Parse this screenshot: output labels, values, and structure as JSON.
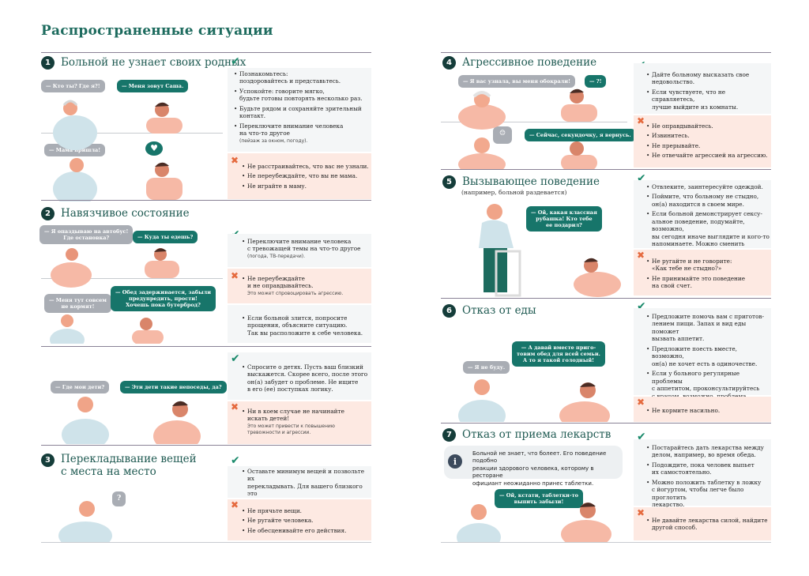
{
  "title": "Распространенные ситуации",
  "colors": {
    "accent": "#1d6b5e",
    "ok_panel": "#f4f6f7",
    "no_panel": "#fde9e2",
    "check": "#1a8a6b",
    "cross": "#e56a3e"
  },
  "icons": {
    "check": "✔",
    "cross": "✖",
    "info": "i",
    "heart": "♥",
    "question": "?"
  },
  "s1": {
    "num": "1",
    "title": "Больной не узнает своих родных",
    "bubbles": [
      "— Кто ты? Где я?!",
      "— Меня зовут Саша.",
      "— Мама пришла!"
    ],
    "do": [
      "Познакомьтесь:\nпоздоровайтесь и представьтесь.",
      "Успокойте: говорите мягко,\nбудьте готовы  повторять несколько раз.",
      "Будьте рядом и сохраняйте зрительный\nконтакт.",
      "Переключите внимание человека\nна что-то другое"
    ],
    "do_note": "(пейзаж за окном, погоду).",
    "dont": [
      "Не расстраивайтесь, что вас не узнали.",
      "Не переубеждайте, что вы не мама.",
      "Не играйте в маму."
    ]
  },
  "s2": {
    "num": "2",
    "title": "Навязчивое состояние",
    "bubbles": [
      "— Я опаздываю на автобус!\nГде остановка?",
      "— Куда ты едешь?",
      "— Меня тут совсем\nне кормят!",
      "— Обед задерживается, забыли\nпредупредить, прости!\nХочешь пока бутерброд?"
    ],
    "do1": "Переключите внимание человека\nс тревожащей темы на что-то другое",
    "do1_note": "(погода, ТВ-передачи).",
    "dont1": "Не переубеждайте\nи не оправдывайтесь.",
    "dont1_note": "Это может спровоцировать агрессию.",
    "do2": "Если больной злится, попросите\nпрощения, объясните ситуацию.\nТак вы расположите к себе человека."
  },
  "s2b": {
    "bubbles": [
      "— Где мои дети?",
      "— Эти дети такие непоседы, да?"
    ],
    "do": "Спросите о детях. Пусть ваш близкий\nвыскажется. Скорее всего, после этого\nон(а) забудет о проблеме. Не ищите\nв его (ее) поступках логику.",
    "dont": "Ни в коем случае не начинайте\nискать детей!",
    "dont_note": "Это может привести к повышению\nтревожности и агрессии."
  },
  "s3": {
    "num": "3",
    "title1": "Перекладывание вещей",
    "title2": "с места на место",
    "do": "Оставьте минимум вещей и позвольте их\nперекладывать. Для вашего близкого это\nпочему-то важно.",
    "dont": [
      "Не прячьте вещи.",
      "Не ругайте человека.",
      "Не обесценивайте его действия."
    ]
  },
  "s4": {
    "num": "4",
    "title": "Агрессивное поведение",
    "bubbles": [
      "— Я вас узнала, вы меня обокрали!",
      "— ?!",
      "— Сейчас, секундочку, я вернусь."
    ],
    "do": [
      "Дайте больному высказать свое\nнедовольство.",
      "Если чувствуете, что не справляетесь,\nлучше выйдите из комнаты."
    ],
    "dont": [
      "Не оправдывайтесь.",
      "Извинитесь.",
      "Не прерывайте.",
      "Не отвечайте агрессией на агрессию."
    ]
  },
  "s5": {
    "num": "5",
    "title": "Вызывающее поведение",
    "subtitle": "(например, больной раздевается)",
    "bubble": "— Ой, какая классная\nрубашка! Кто тебе\nее подарил?",
    "do": [
      "Отвлеките, заинтересуйте одеждой.",
      "Поймите, что больному не стыдно,\nон(а) находится в своем мире.",
      "Если больной демонстрирует сексу-\nальное поведение, подумайте, возможно,\nвы сегодня иначе выглядите и кого-то\nнапоминаете. Можно сменить одежду."
    ],
    "dont": [
      "Не ругайте и не говорите:\n«Как тебе не стыдно?»",
      "Не принимайте это поведение\nна свой счет."
    ]
  },
  "s6": {
    "num": "6",
    "title": "Отказ от еды",
    "bubbles": [
      "— Я не буду.",
      "— А давай вместе приго-\nтовим обед для всей семьи.\nА то я такой голодный!"
    ],
    "do": [
      "Предложите помочь вам с приготов-\nлением пищи. Запах и вид еды поможет\nвызвать аппетит.",
      "Предложите поесть вместе, возможно,\nон(а) не хочет есть в одиночестве.",
      "Если у больного регулярные проблемы\nс аппетитом, проконсультируйтесь\nс врачом, возможно, проблема\nне в деменции."
    ],
    "dont": [
      "Не кормите насильно."
    ]
  },
  "s7": {
    "num": "7",
    "title": "Отказ от приема лекарств",
    "info": "Больной не знает, что болеет. Его поведение подобно\nреакции здорового человека, которому в ресторане\nофициант неожиданно принес таблетки.",
    "bubble": "— Ой, кстати, таблетки-то\nвыпить забыли!",
    "do": [
      "Постарайтесь дать лекарства между\nделом, например, во время обеда.",
      "Подождите, пока человек выпьет\nих самостоятельно.",
      "Можно положить таблетку в ложку\nс йогуртом, чтобы легче было проглотить\nлекарство."
    ],
    "dont": [
      "Не давайте лекарства силой, найдите\nдругой способ."
    ]
  }
}
